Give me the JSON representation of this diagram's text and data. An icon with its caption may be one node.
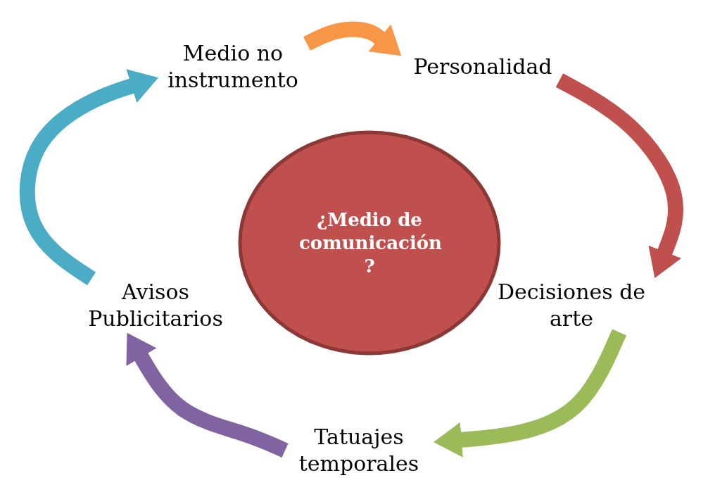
{
  "diagram": {
    "nodes": [
      {
        "text": [
          "¿Medio de comunicación ?"
        ]
      },
      {
        "text": [
          "Medio no instrumento"
        ]
      },
      {
        "text": [
          "Personalidad"
        ]
      },
      {
        "text": [
          "Decisiones de arte"
        ]
      },
      {
        "text": [
          "Tatuajes temporales"
        ]
      },
      {
        "text": [
          "Avisos Publicitarios"
        ]
      }
    ],
    "edges": [
      {
        "from": 1,
        "to": 2,
        "arrow": "to",
        "color": "#f79646"
      },
      {
        "from": 2,
        "to": 3,
        "arrow": "to",
        "color": "#c0504d"
      },
      {
        "from": 3,
        "to": 4,
        "arrow": "to",
        "color": "#9bbb59"
      },
      {
        "from": 4,
        "to": 5,
        "arrow": "to",
        "color": "#8064a2"
      },
      {
        "from": 5,
        "to": 1,
        "arrow": "to",
        "color": "#4bacc6"
      }
    ]
  }
}
